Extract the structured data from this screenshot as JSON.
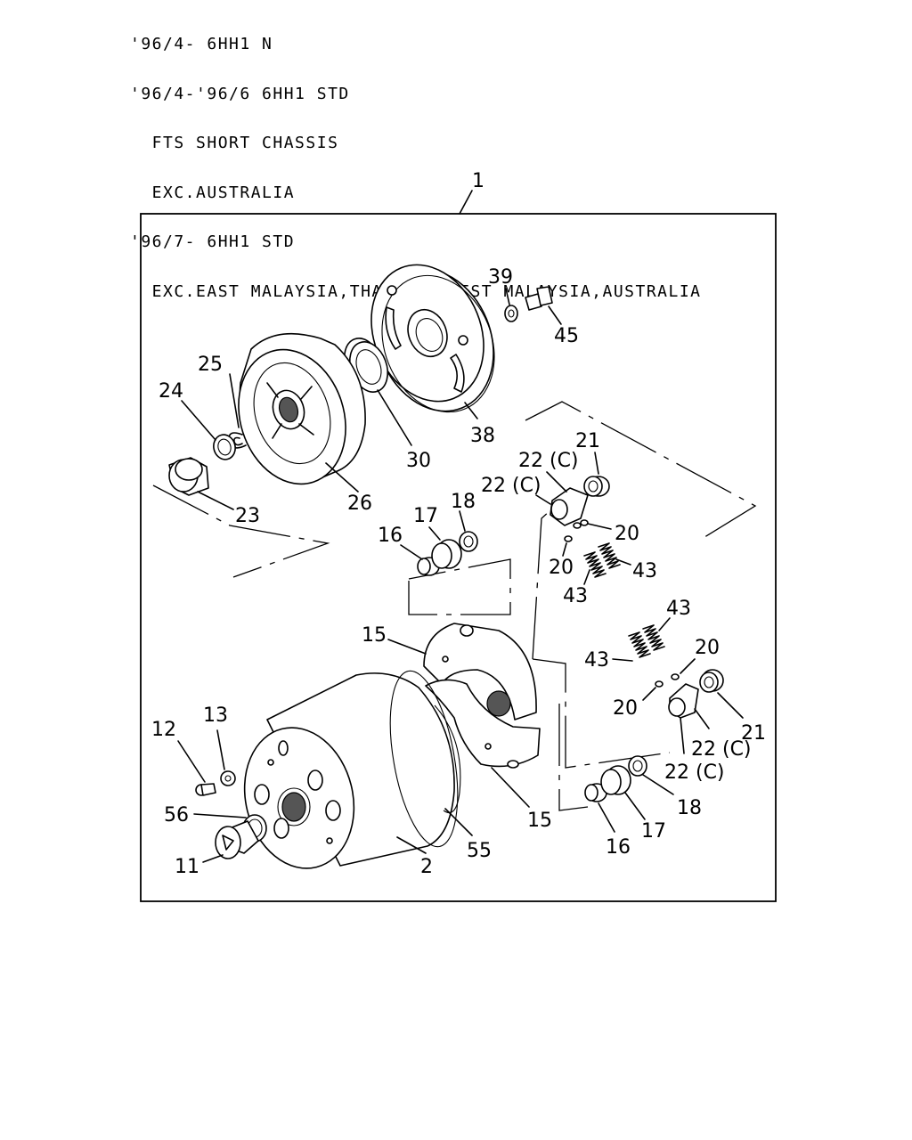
{
  "header": {
    "lines": [
      "'96/4- 6HH1 N",
      "'96/4-'96/6 6HH1 STD",
      "  FTS SHORT CHASSIS",
      "  EXC.AUSTRALIA",
      "'96/7- 6HH1 STD",
      "  EXC.EAST MALAYSIA,THAILAND,WEST MALAYSIA,AUSTRALIA"
    ]
  },
  "callouts": {
    "assembly": "1",
    "housing": "2",
    "plug": "11",
    "bolt_small": "12",
    "washer_small": "13",
    "weight_upper": "15",
    "weight_lower": "15",
    "roller_pin_upper": "16",
    "roller_pin_lower": "16",
    "roller_upper": "17",
    "roller_lower": "17",
    "ring_upper": "18",
    "ring_lower": "18",
    "pin_a_upper": "20",
    "pin_b_upper": "20",
    "pin_a_lower": "20",
    "pin_b_lower": "20",
    "collar_upper": "21",
    "collar_lower": "21",
    "bracket_a_upper": "22 (C)",
    "bracket_b_upper": "22 (C)",
    "bracket_a_lower": "22 (C)",
    "bracket_b_lower": "22 (C)",
    "hub_nut": "23",
    "hub_washer": "24",
    "snap_ring": "25",
    "flange": "26",
    "oil_seal": "30",
    "cover_plate": "38",
    "washer_cover": "39",
    "spring_a_upper": "43",
    "spring_b_upper": "43",
    "spring_a_lower": "43",
    "spring_b_lower": "43",
    "bolt_cover": "45",
    "ring_housing": "55",
    "gasket": "56"
  }
}
